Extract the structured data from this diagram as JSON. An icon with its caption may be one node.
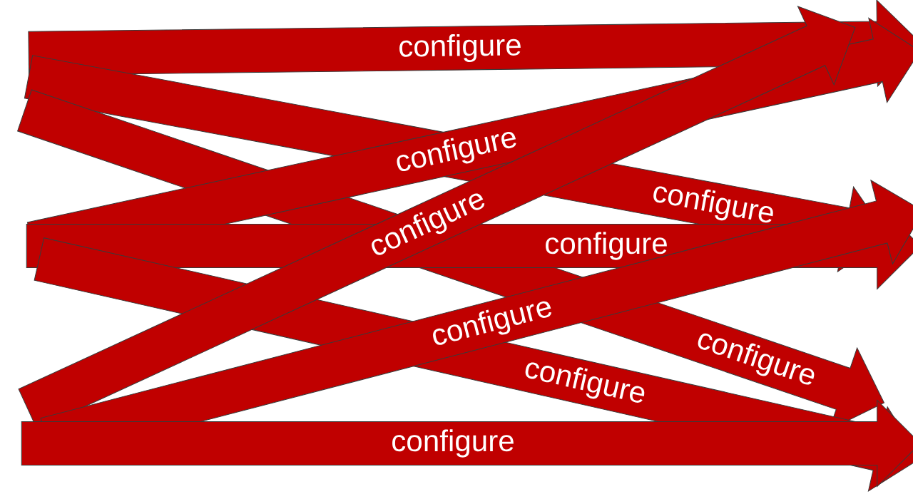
{
  "diagram": {
    "labels": [
      "configure",
      "configure",
      "configure",
      "configure",
      "configure",
      "configure",
      "configure",
      "configure",
      "configure"
    ]
  }
}
